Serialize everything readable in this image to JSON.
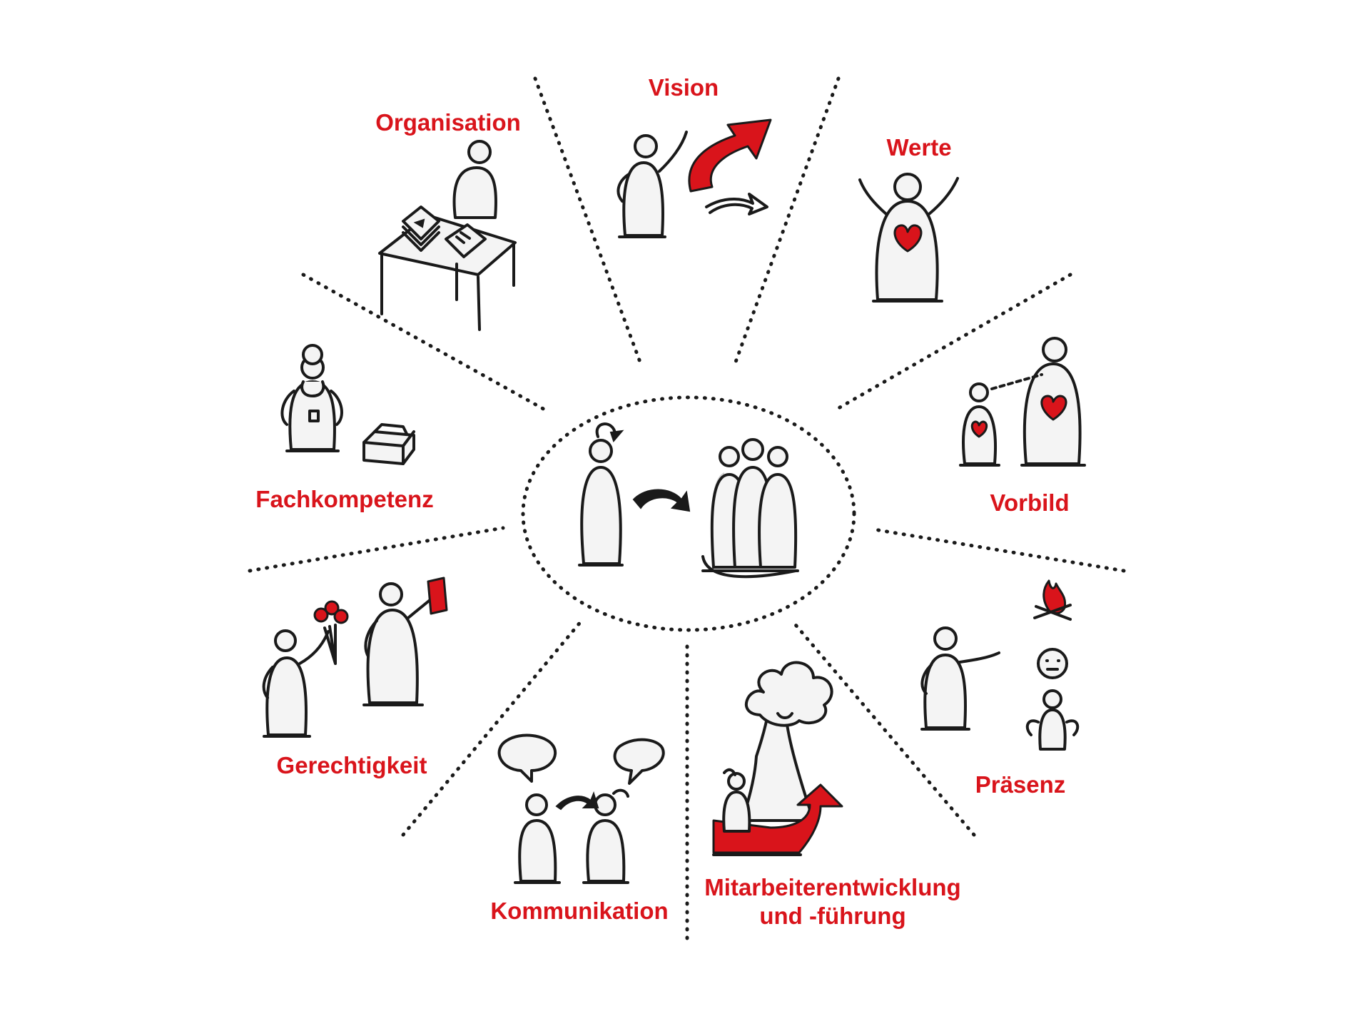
{
  "colors": {
    "accent": "#d9141b",
    "ink": "#1a1a1a",
    "figure_fill": "#f4f4f4",
    "shade": "#cfcfcf"
  },
  "center": {
    "icon": "leader-with-team-icon"
  },
  "segments": [
    {
      "key": "vision",
      "label": "Vision",
      "icon": "pointing-arrow-icon"
    },
    {
      "key": "werte",
      "label": "Werte",
      "icon": "heart-figure-icon"
    },
    {
      "key": "vorbild",
      "label": "Vorbild",
      "icon": "role-model-icon"
    },
    {
      "key": "praesenz",
      "label": "Präsenz",
      "icon": "presence-icon"
    },
    {
      "key": "mitarbeiter",
      "label": "Mitarbeiterentwicklung\nund -führung",
      "icon": "growth-tree-icon"
    },
    {
      "key": "kommunikation",
      "label": "Kommunikation",
      "icon": "speech-bubbles-icon"
    },
    {
      "key": "gerechtigkeit",
      "label": "Gerechtigkeit",
      "icon": "flowers-red-card-icon"
    },
    {
      "key": "fachkompetenz",
      "label": "Fachkompetenz",
      "icon": "craftsman-toolbox-icon"
    },
    {
      "key": "organisation",
      "label": "Organisation",
      "icon": "desk-papers-icon"
    }
  ]
}
